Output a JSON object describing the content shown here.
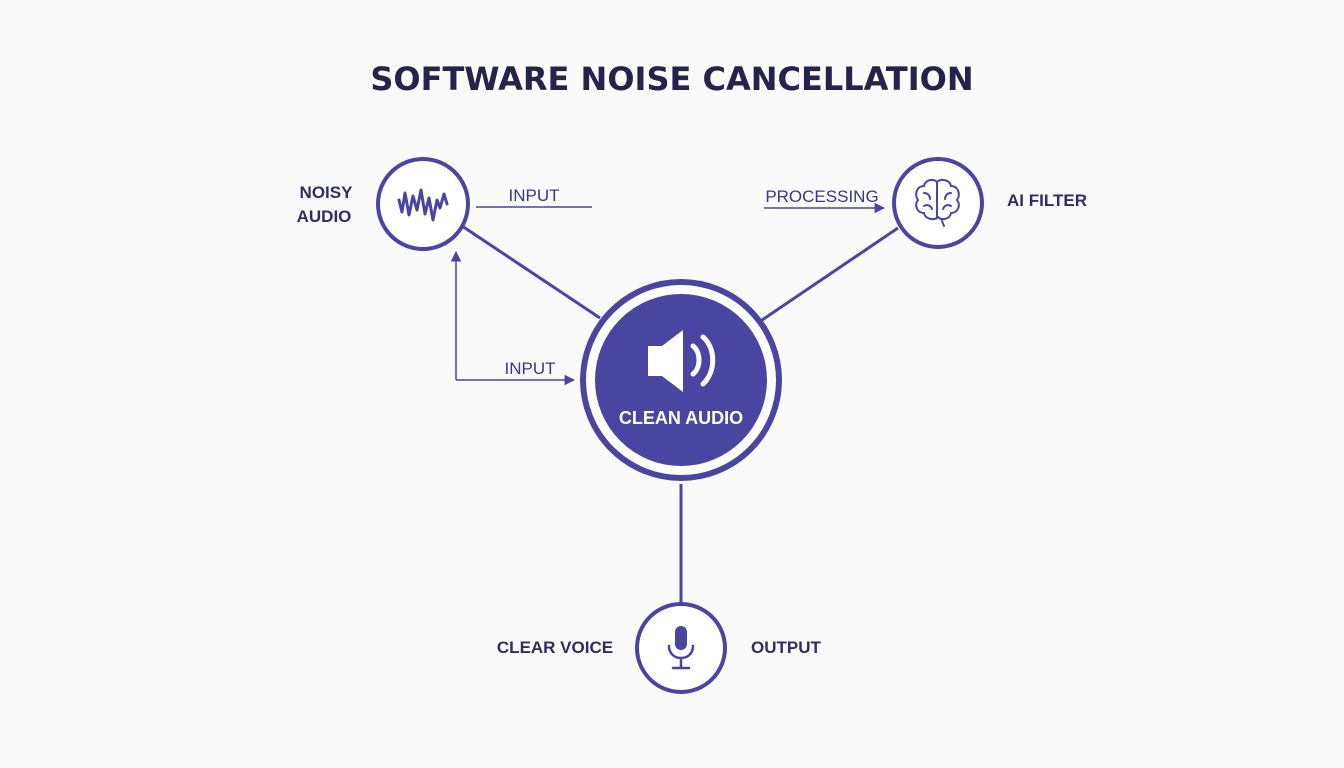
{
  "title": "SOFTWARE NOISE CANCELLATION",
  "colors": {
    "title": "#24234a",
    "accent": "#4a45a1",
    "label": "#2f2d63",
    "background": "#fafafb",
    "white": "#ffffff"
  },
  "nodes": {
    "noisy_audio": {
      "label_line1": "NOISY",
      "label_line2": "AUDIO",
      "icon": "waveform-icon"
    },
    "ai_filter": {
      "label": "AI FILTER",
      "icon": "brain-icon"
    },
    "clean_audio": {
      "label": "CLEAN AUDIO",
      "icon": "speaker-icon"
    },
    "clear_voice": {
      "label": "CLEAR VOICE",
      "icon": "microphone-icon"
    }
  },
  "connectors": {
    "input_top": "INPUT",
    "processing": "PROCESSING",
    "input_left": "INPUT",
    "output": "OUTPUT"
  }
}
